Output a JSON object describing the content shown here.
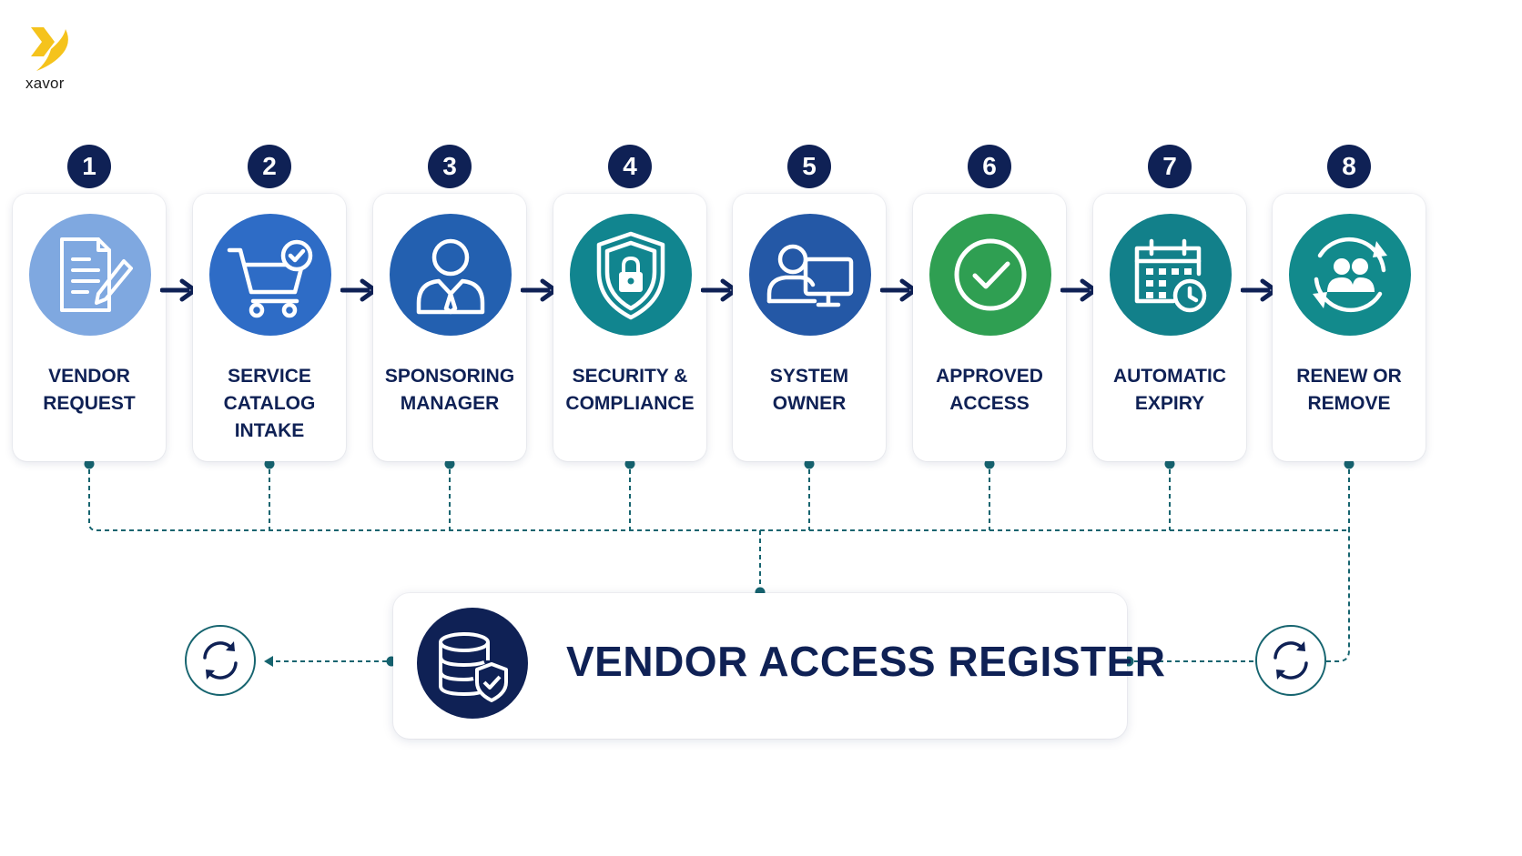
{
  "logo": {
    "text": "xavor"
  },
  "steps": [
    {
      "number": "1",
      "label_lines": [
        "VENDOR",
        "REQUEST"
      ],
      "icon": "document-pencil-icon",
      "color": "#7fa8e0"
    },
    {
      "number": "2",
      "label_lines": [
        "SERVICE",
        "CATALOG",
        "INTAKE"
      ],
      "icon": "shopping-cart-check-icon",
      "color": "#2e6cc6"
    },
    {
      "number": "3",
      "label_lines": [
        "SPONSORING",
        "MANAGER"
      ],
      "icon": "manager-person-icon",
      "color": "#2360b0"
    },
    {
      "number": "4",
      "label_lines": [
        "SECURITY &",
        "COMPLIANCE"
      ],
      "icon": "shield-lock-icon",
      "color": "#11858f"
    },
    {
      "number": "5",
      "label_lines": [
        "SYSTEM",
        "OWNER"
      ],
      "icon": "person-computer-icon",
      "color": "#2458a6"
    },
    {
      "number": "6",
      "label_lines": [
        "APPROVED",
        "ACCESS"
      ],
      "icon": "checkmark-circle-icon",
      "color": "#2f9f52"
    },
    {
      "number": "7",
      "label_lines": [
        "AUTOMATIC",
        "EXPIRY"
      ],
      "icon": "calendar-clock-icon",
      "color": "#12808a"
    },
    {
      "number": "8",
      "label_lines": [
        "RENEW OR",
        "REMOVE"
      ],
      "icon": "renew-users-icon",
      "color": "#128a8c"
    }
  ],
  "register": {
    "title": "VENDOR ACCESS REGISTER",
    "icon": "database-shield-icon"
  },
  "colors": {
    "navy": "#0f2155",
    "teal": "#16646f",
    "logo_yellow": "#f5c31c"
  }
}
